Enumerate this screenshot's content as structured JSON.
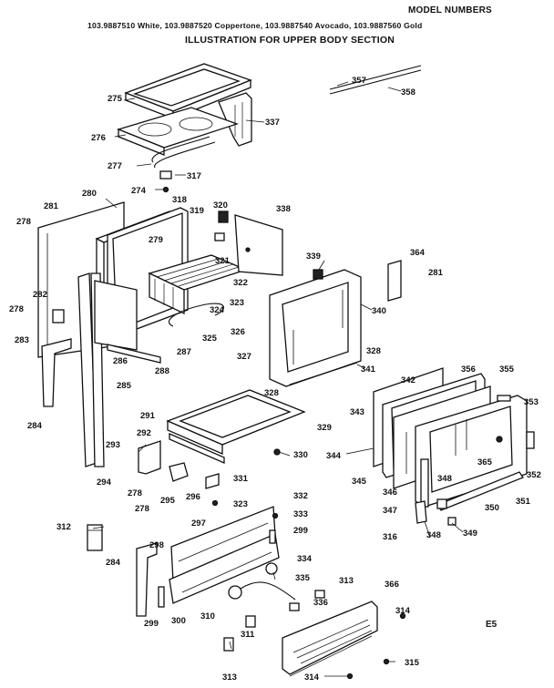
{
  "header": {
    "model_numbers_label": "MODEL NUMBERS",
    "model_list": "103.9887510 White, 103.9887520 Coppertone, 103.9887540 Avocado, 103.9887560 Gold",
    "title": "ILLUSTRATION FOR UPPER BODY SECTION"
  },
  "page_code": "E5",
  "part_labels": [
    "275",
    "337",
    "276",
    "277",
    "317",
    "274",
    "280",
    "281",
    "278",
    "318",
    "319",
    "320",
    "338",
    "279",
    "321",
    "322",
    "323",
    "324",
    "325",
    "326",
    "282",
    "278",
    "283",
    "286",
    "288",
    "287",
    "285",
    "284",
    "294",
    "357",
    "358",
    "339",
    "364",
    "281",
    "340",
    "327",
    "328",
    "341",
    "328",
    "342",
    "356",
    "355",
    "353",
    "343",
    "329",
    "291",
    "292",
    "330",
    "344",
    "293",
    "345",
    "346",
    "348",
    "365",
    "352",
    "278",
    "295",
    "296",
    "278",
    "331",
    "323",
    "297",
    "332",
    "333",
    "299",
    "347",
    "350",
    "351",
    "316",
    "348",
    "349",
    "312",
    "298",
    "334",
    "284",
    "335",
    "313",
    "366",
    "336",
    "310",
    "299",
    "300",
    "314",
    "311",
    "315",
    "313",
    "314"
  ]
}
